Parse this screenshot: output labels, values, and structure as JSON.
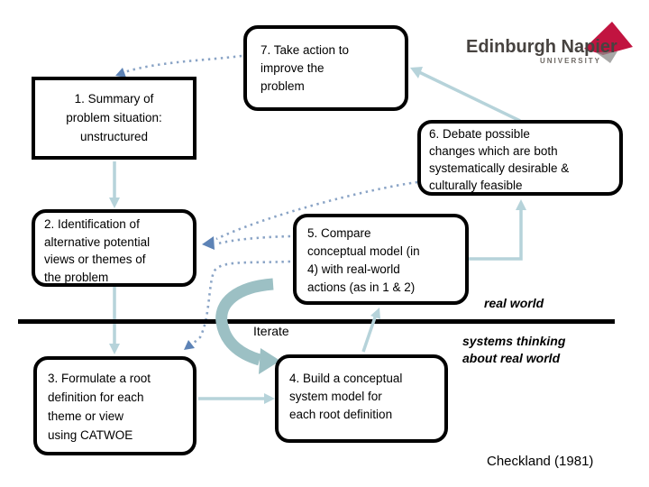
{
  "slide": {
    "logo": {
      "title": "Edinburgh Napier",
      "subtitle": "UNIVERSITY"
    },
    "boxes": {
      "b1": "1. Summary of\nproblem situation:\nunstructured",
      "b2": "2. Identification of\nalternative potential\nviews or themes of\nthe problem",
      "b3": "3. Formulate a root\ndefinition for each\ntheme or view\nusing CATWOE",
      "b4": "4. Build a conceptual\nsystem model for\neach root definition",
      "b5": "5. Compare\nconceptual model (in\n4) with real-world\nactions (as in 1 & 2)",
      "b6": "6. Debate possible\nchanges which are both\nsystematically desirable &\nculturally feasible",
      "b7": "7. Take action to\nimprove the\nproblem"
    },
    "labels": {
      "iterate": "Iterate",
      "real_world": "real world",
      "systems_thinking": "systems thinking\nabout real world",
      "citation": "Checkland (1981)"
    },
    "colors": {
      "box_border": "#000000",
      "divider": "#000000",
      "solid_arrow": "#b6d3da",
      "iterate_arrow": "#9cc0c4",
      "dotted_arrow": "#8aa4c6",
      "dotted_arrowhead": "#5d83b6",
      "logo_red": "#c11440",
      "logo_text": "#474340"
    }
  }
}
